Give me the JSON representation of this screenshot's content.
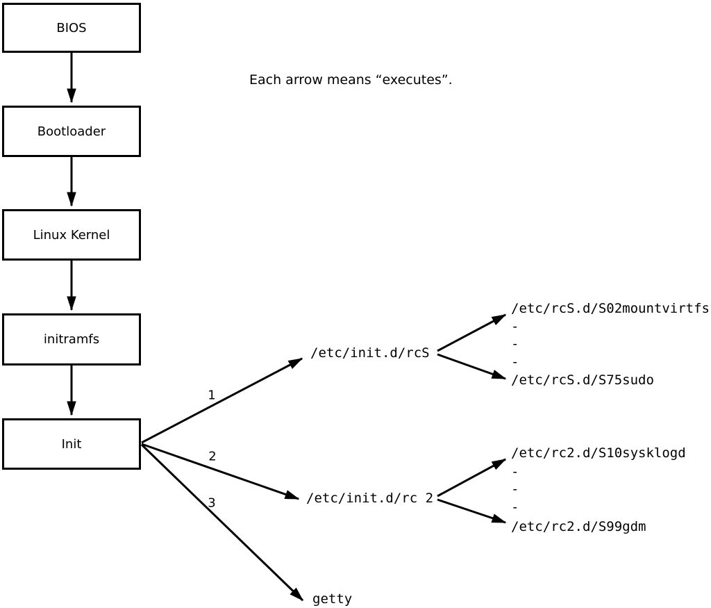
{
  "caption": "Each arrow means “executes”.",
  "boxes": [
    {
      "label": "BIOS"
    },
    {
      "label": "Bootloader"
    },
    {
      "label": "Linux Kernel"
    },
    {
      "label": "initramfs"
    },
    {
      "label": "Init"
    }
  ],
  "init_branches": [
    {
      "number": "1",
      "target": "/etc/init.d/rcS"
    },
    {
      "number": "2",
      "target": "/etc/init.d/rc 2"
    },
    {
      "number": "3",
      "target": "getty"
    }
  ],
  "rcS_children": {
    "items": [
      "/etc/rcS.d/S02mountvirtfs",
      "-",
      "-",
      "-",
      "/etc/rcS.d/S75sudo"
    ]
  },
  "rc2_children": {
    "items": [
      "/etc/rc2.d/S10sysklogd",
      "-",
      "-",
      "-",
      "/etc/rc2.d/S99gdm"
    ]
  },
  "colors": {
    "line": "#000000",
    "background": "#ffffff",
    "box_fill": "#ffffff",
    "text": "#000000"
  }
}
